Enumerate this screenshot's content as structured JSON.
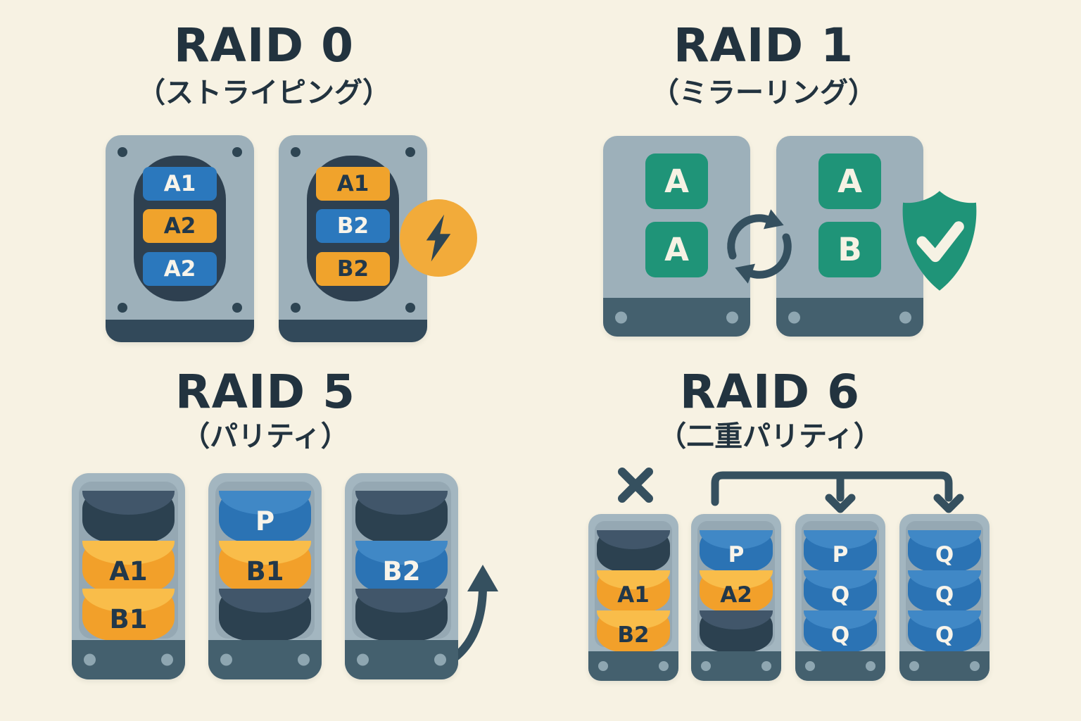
{
  "colors": {
    "background": "#f7f2e3",
    "ink": "#22333f",
    "drive_body": "#9db0ba",
    "drive_window": "#2e4050",
    "drive_base": "#44606e",
    "block_blue": "#2b73b4",
    "block_yellow": "#f0a32c",
    "block_green": "#1f9478",
    "shield_green": "#1f9478",
    "lightning_circle": "#f2ab3a",
    "arrow_slate": "#35505f"
  },
  "icons": {
    "lightning": "lightning-bolt",
    "sync": "sync-arrows",
    "shield": "shield-check",
    "x_mark": "x-mark",
    "curved_arrow": "curved-up-arrow",
    "branch": "branch-down-arrows"
  },
  "raid0": {
    "title": "RAID 0",
    "subtitle": "（ストライピング）",
    "drives": [
      {
        "blocks": [
          {
            "label": "A1",
            "color": "blue"
          },
          {
            "label": "A2",
            "color": "yellow"
          },
          {
            "label": "A2",
            "color": "blue"
          }
        ]
      },
      {
        "blocks": [
          {
            "label": "A1",
            "color": "yellow"
          },
          {
            "label": "B2",
            "color": "blue"
          },
          {
            "label": "B2",
            "color": "yellow"
          }
        ]
      }
    ]
  },
  "raid1": {
    "title": "RAID 1",
    "subtitle": "（ミラーリング）",
    "drives": [
      {
        "blocks": [
          {
            "label": "A",
            "color": "green"
          },
          {
            "label": "A",
            "color": "green"
          }
        ]
      },
      {
        "blocks": [
          {
            "label": "A",
            "color": "green"
          },
          {
            "label": "B",
            "color": "green"
          }
        ]
      }
    ]
  },
  "raid5": {
    "title": "RAID 5",
    "subtitle": "（パリティ）",
    "drives": [
      {
        "platters": [
          {
            "label": "",
            "color": "dark"
          },
          {
            "label": "A1",
            "color": "yellow"
          },
          {
            "label": "B1",
            "color": "yellow"
          }
        ]
      },
      {
        "platters": [
          {
            "label": "P",
            "color": "blue"
          },
          {
            "label": "B1",
            "color": "yellow"
          },
          {
            "label": "",
            "color": "dark"
          }
        ]
      },
      {
        "platters": [
          {
            "label": "",
            "color": "dark"
          },
          {
            "label": "B2",
            "color": "blue"
          },
          {
            "label": "",
            "color": "dark"
          }
        ]
      }
    ]
  },
  "raid6": {
    "title": "RAID 6",
    "subtitle": "（二重パリティ）",
    "drives": [
      {
        "platters": [
          {
            "label": "",
            "color": "dark"
          },
          {
            "label": "A1",
            "color": "yellow"
          },
          {
            "label": "B2",
            "color": "yellow"
          }
        ]
      },
      {
        "platters": [
          {
            "label": "P",
            "color": "blue"
          },
          {
            "label": "A2",
            "color": "yellow"
          },
          {
            "label": "",
            "color": "dark"
          }
        ]
      },
      {
        "platters": [
          {
            "label": "P",
            "color": "blue"
          },
          {
            "label": "Q",
            "color": "blue"
          },
          {
            "label": "Q",
            "color": "blue"
          }
        ]
      },
      {
        "platters": [
          {
            "label": "Q",
            "color": "blue"
          },
          {
            "label": "Q",
            "color": "blue"
          },
          {
            "label": "Q",
            "color": "blue"
          }
        ]
      }
    ]
  }
}
